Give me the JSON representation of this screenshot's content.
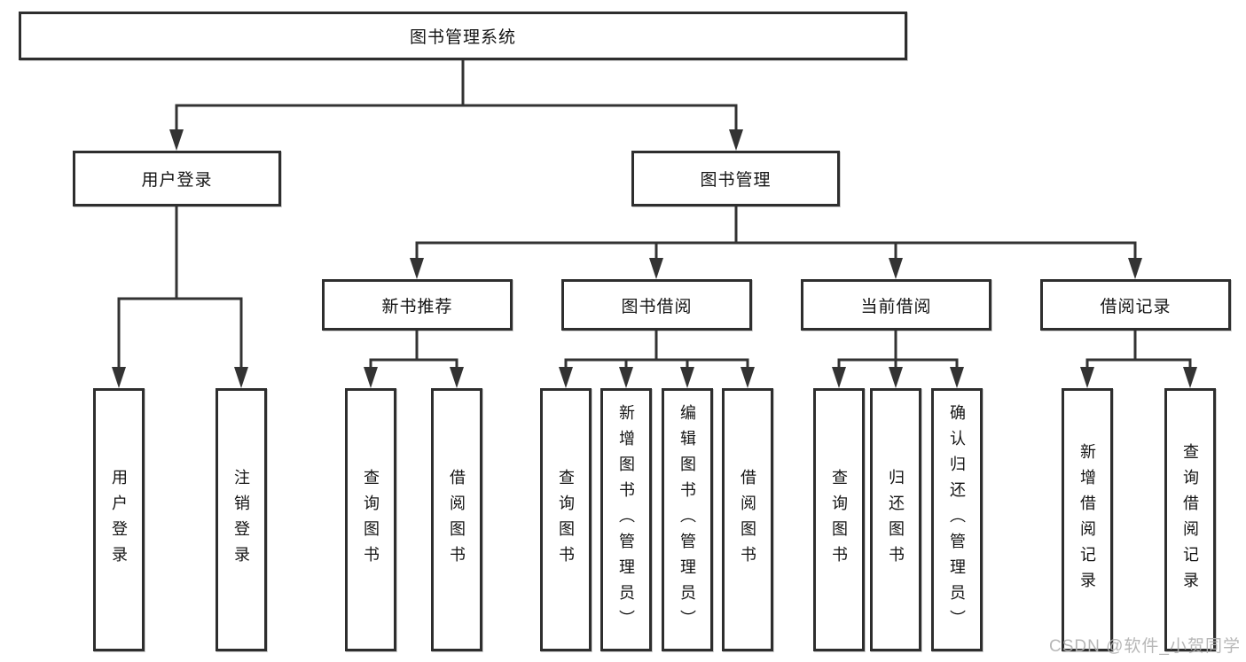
{
  "tree": {
    "label": "图书管理系统",
    "children": [
      {
        "label": "用户登录",
        "children": [
          {
            "label": "用户登录"
          },
          {
            "label": "注销登录"
          }
        ]
      },
      {
        "label": "图书管理",
        "children": [
          {
            "label": "新书推荐",
            "children": [
              {
                "label": "查询图书"
              },
              {
                "label": "借阅图书"
              }
            ]
          },
          {
            "label": "图书借阅",
            "children": [
              {
                "label": "查询图书"
              },
              {
                "label": "新增图书（管理员）"
              },
              {
                "label": "编辑图书（管理员）"
              },
              {
                "label": "借阅图书"
              }
            ]
          },
          {
            "label": "当前借阅",
            "children": [
              {
                "label": "查询图书"
              },
              {
                "label": "归还图书"
              },
              {
                "label": "确认归还（管理员）"
              }
            ]
          },
          {
            "label": "借阅记录",
            "children": [
              {
                "label": "新增借阅记录"
              },
              {
                "label": "查询借阅记录"
              }
            ]
          }
        ]
      }
    ]
  },
  "watermark": {
    "text": "CSDN @软件_小贺同学"
  },
  "colors": {
    "line": "#333333",
    "box_border": "#2e2e2e",
    "text": "#141414",
    "watermark": "#b0b0b0",
    "background": "#ffffff"
  }
}
